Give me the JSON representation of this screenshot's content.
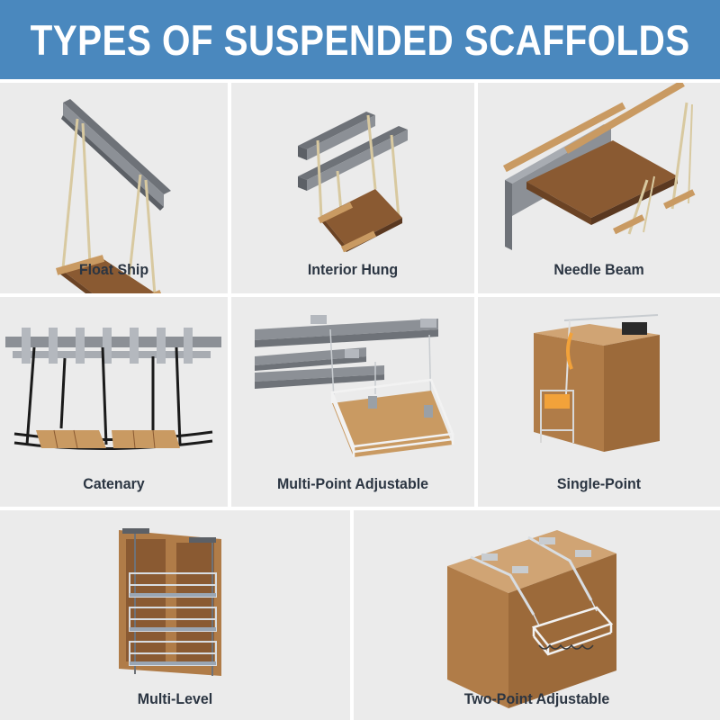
{
  "title": "TYPES OF SUSPENDED SCAFFOLDS",
  "colors": {
    "banner": "#4a88be",
    "tile_background": "#ebebeb",
    "label_text": "#2b3542",
    "wood": "#8a5a32",
    "steel": "#8c9096",
    "rope": "#d8c9a0"
  },
  "scaffolds": [
    {
      "label": "Float Ship"
    },
    {
      "label": "Interior Hung"
    },
    {
      "label": "Needle Beam"
    },
    {
      "label": "Catenary"
    },
    {
      "label": "Multi-Point Adjustable"
    },
    {
      "label": "Single-Point"
    },
    {
      "label": "Multi-Level"
    },
    {
      "label": "Two-Point Adjustable"
    }
  ]
}
